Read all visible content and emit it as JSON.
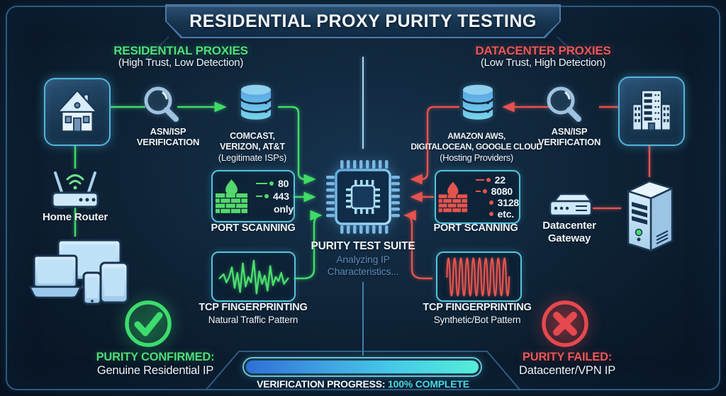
{
  "title": "RESIDENTIAL PROXY PURITY TESTING",
  "residential": {
    "heading": "RESIDENTIAL PROXIES",
    "subheading": "(High Trust, Low Detection)",
    "asn_line1": "ASN/ISP",
    "asn_line2": "VERIFICATION",
    "isp_line1": "COMCAST,",
    "isp_line2": "VERIZON, AT&T",
    "isp_line3": "(Legitimate ISPs)",
    "ports": [
      "80",
      "443",
      "only"
    ],
    "port_scanning_label": "PORT SCANNING",
    "tcp_label": "TCP FINGERPRINTING",
    "tcp_sub": "Natural Traffic Pattern",
    "home_router_label": "Home Router",
    "result_title": "PURITY CONFIRMED:",
    "result_sub": "Genuine Residential IP"
  },
  "datacenter": {
    "heading": "DATACENTER PROXIES",
    "subheading": "(Low Trust, High Detection)",
    "asn_line1": "ASN/ISP",
    "asn_line2": "VERIFICATION",
    "host_line1": "AMAZON AWS,",
    "host_line2": "DIGITALOCEAN, GOOGLE CLOUD",
    "host_line3": "(Hosting Providers)",
    "ports": [
      "22",
      "8080",
      "3128",
      "etc."
    ],
    "port_scanning_label": "PORT SCANNING",
    "tcp_label": "TCP FINGERPRINTING",
    "tcp_sub": "Synthetic/Bot Pattern",
    "gateway_line1": "Datacenter",
    "gateway_line2": "Gateway",
    "result_title": "PURITY FAILED:",
    "result_sub": "Datacenter/VPN IP"
  },
  "center": {
    "suite_label": "PURITY TEST SUITE",
    "status_line1": "Analyzing IP",
    "status_line2": "Characteristics...",
    "progress_label": "VERIFICATION PROGRESS:",
    "progress_value": "100% COMPLETE",
    "progress_percent": 100
  },
  "colors": {
    "green": "#3fdc66",
    "red": "#e5524e",
    "cyan_border": "#55c4dc",
    "progress_cyan": "#49d9e4",
    "icon_blue": "#cfe8f8"
  },
  "icons": {
    "house-icon": "residential home",
    "magnifier-icon": "ASN/ISP lookup magnifying glass",
    "database-icon": "ISP / hosting provider database cylinder",
    "firewall-icon": "flame over brick wall (port scanning)",
    "waveform-icon": "TCP fingerprint traffic waveform",
    "chip-icon": "purity test suite CPU chip",
    "router-icon": "home wifi router",
    "devices-icon": "monitor laptop tablet phone cluster",
    "building-icon": "datacenter building",
    "gateway-icon": "datacenter gateway appliance",
    "server-icon": "datacenter server tower",
    "check-icon": "green success checkmark circle",
    "x-icon": "red failure cross circle"
  }
}
